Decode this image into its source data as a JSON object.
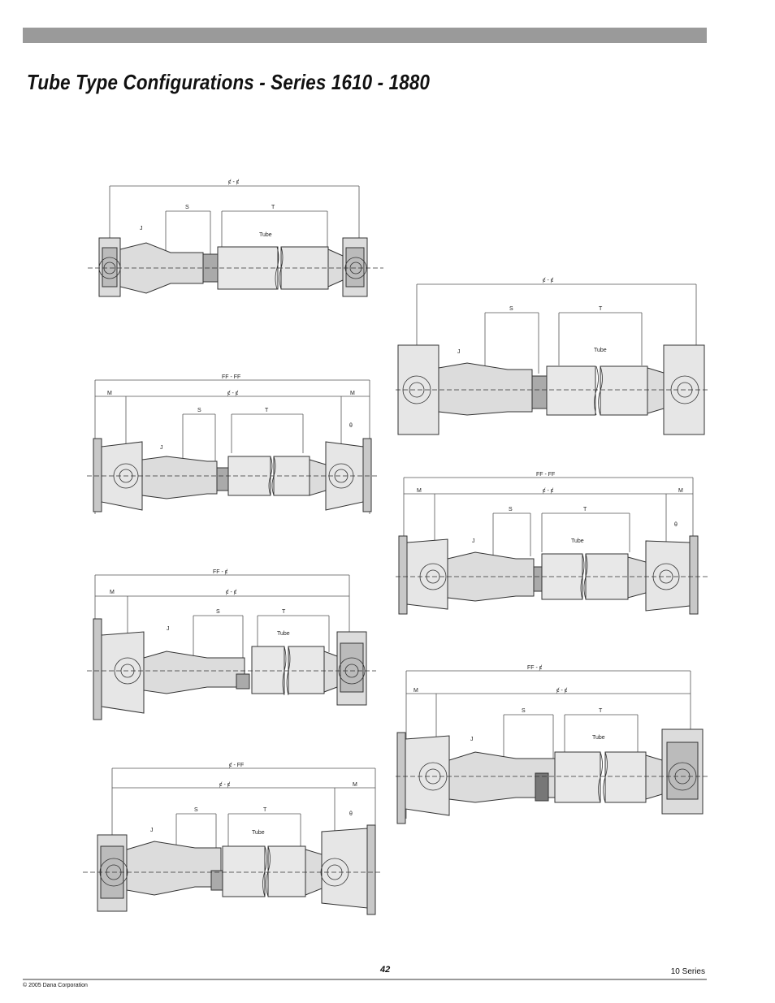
{
  "header": {
    "title": "Tube Type Configurations - Series 1610 - 1880"
  },
  "diagrams": [
    {
      "overall": "ȼ - ȼ",
      "upper": "",
      "m_left": "",
      "m_right": "",
      "s": "S",
      "t": "T",
      "j": "J",
      "tube": "Tube",
      "theta": ""
    },
    {
      "overall": "ȼ - ȼ",
      "upper": "",
      "m_left": "",
      "m_right": "",
      "s": "S",
      "t": "T",
      "j": "J",
      "tube": "Tube",
      "theta": ""
    },
    {
      "overall": "ȼ - ȼ",
      "upper": "FF - FF",
      "m_left": "M",
      "m_right": "M",
      "s": "S",
      "t": "T",
      "j": "J",
      "tube": "",
      "theta": "θ"
    },
    {
      "overall": "ȼ - ȼ",
      "upper": "FF - FF",
      "m_left": "M",
      "m_right": "M",
      "s": "S",
      "t": "T",
      "j": "J",
      "tube": "Tube",
      "theta": "θ"
    },
    {
      "overall": "ȼ - ȼ",
      "upper": "FF - ȼ",
      "m_left": "M",
      "m_right": "",
      "s": "S",
      "t": "T",
      "j": "J",
      "tube": "Tube",
      "theta": ""
    },
    {
      "overall": "ȼ - ȼ",
      "upper": "FF - ȼ",
      "m_left": "M",
      "m_right": "",
      "s": "S",
      "t": "T",
      "j": "J",
      "tube": "Tube",
      "theta": ""
    },
    {
      "overall": "ȼ - ȼ",
      "upper": "ȼ - FF",
      "m_left": "",
      "m_right": "M",
      "s": "S",
      "t": "T",
      "j": "J",
      "tube": "Tube",
      "theta": "θ"
    }
  ],
  "footer": {
    "page_number": "42",
    "series": "10 Series",
    "copyright": "© 2005 Dana Corporation"
  }
}
